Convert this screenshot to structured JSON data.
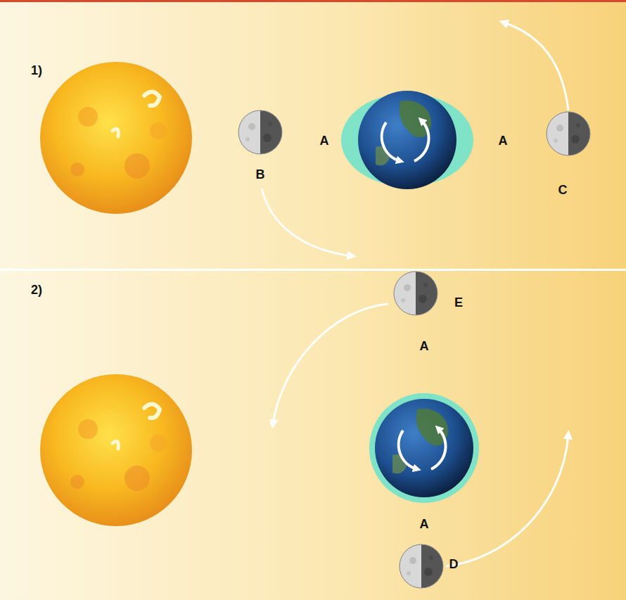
{
  "diagram": {
    "labels": [
      "1)",
      "A",
      "A",
      "B",
      "C",
      "2)",
      "E",
      "A",
      "A",
      "D"
    ]
  }
}
